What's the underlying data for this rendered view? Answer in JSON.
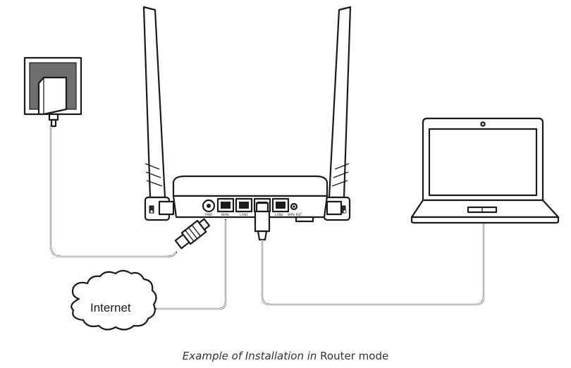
{
  "diagram": {
    "cloud_label": "Internet",
    "ports": {
      "pwr": "PWR",
      "wan": "WAN",
      "lan1": "LAN1",
      "lan2": "LAN2",
      "wps": "WPS RST"
    }
  },
  "caption": {
    "italic_part_1": "Example of Installation in",
    "regular_part": "Router mode"
  }
}
